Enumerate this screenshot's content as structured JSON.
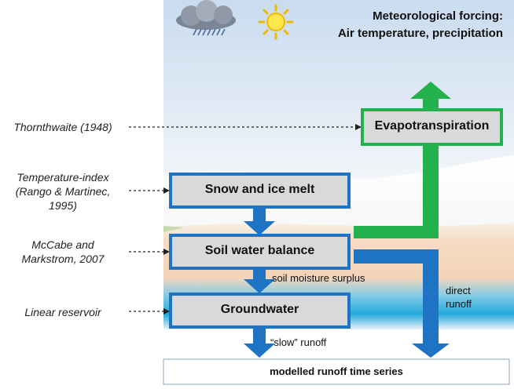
{
  "forcing": {
    "line1": "Meteorological forcing:",
    "line2": "Air temperature, precipitation"
  },
  "boxes": {
    "evapotranspiration": "Evapotranspiration",
    "snow_melt": "Snow and ice melt",
    "soil_water": "Soil water balance",
    "groundwater": "Groundwater",
    "output": "modelled runoff time series"
  },
  "sources": {
    "thornthwaite": "Thornthwaite (1948)",
    "temp_index": [
      "Temperature-index",
      "(Rango & Martinec,",
      "1995)"
    ],
    "mccabe": [
      "McCabe and",
      "Markstrom, 2007"
    ],
    "linear": "Linear reservoir"
  },
  "flows": {
    "soil_moisture": "soil moisture surplus",
    "slow_runoff": "“slow” runoff",
    "direct_runoff": [
      "direct",
      "runoff"
    ]
  },
  "icons": [
    "rain-cloud-icon",
    "sun-icon"
  ],
  "colors": {
    "water_arrow": "#1f73c4",
    "et_arrow": "#22b14c",
    "box_fill": "#d9d9d9"
  }
}
